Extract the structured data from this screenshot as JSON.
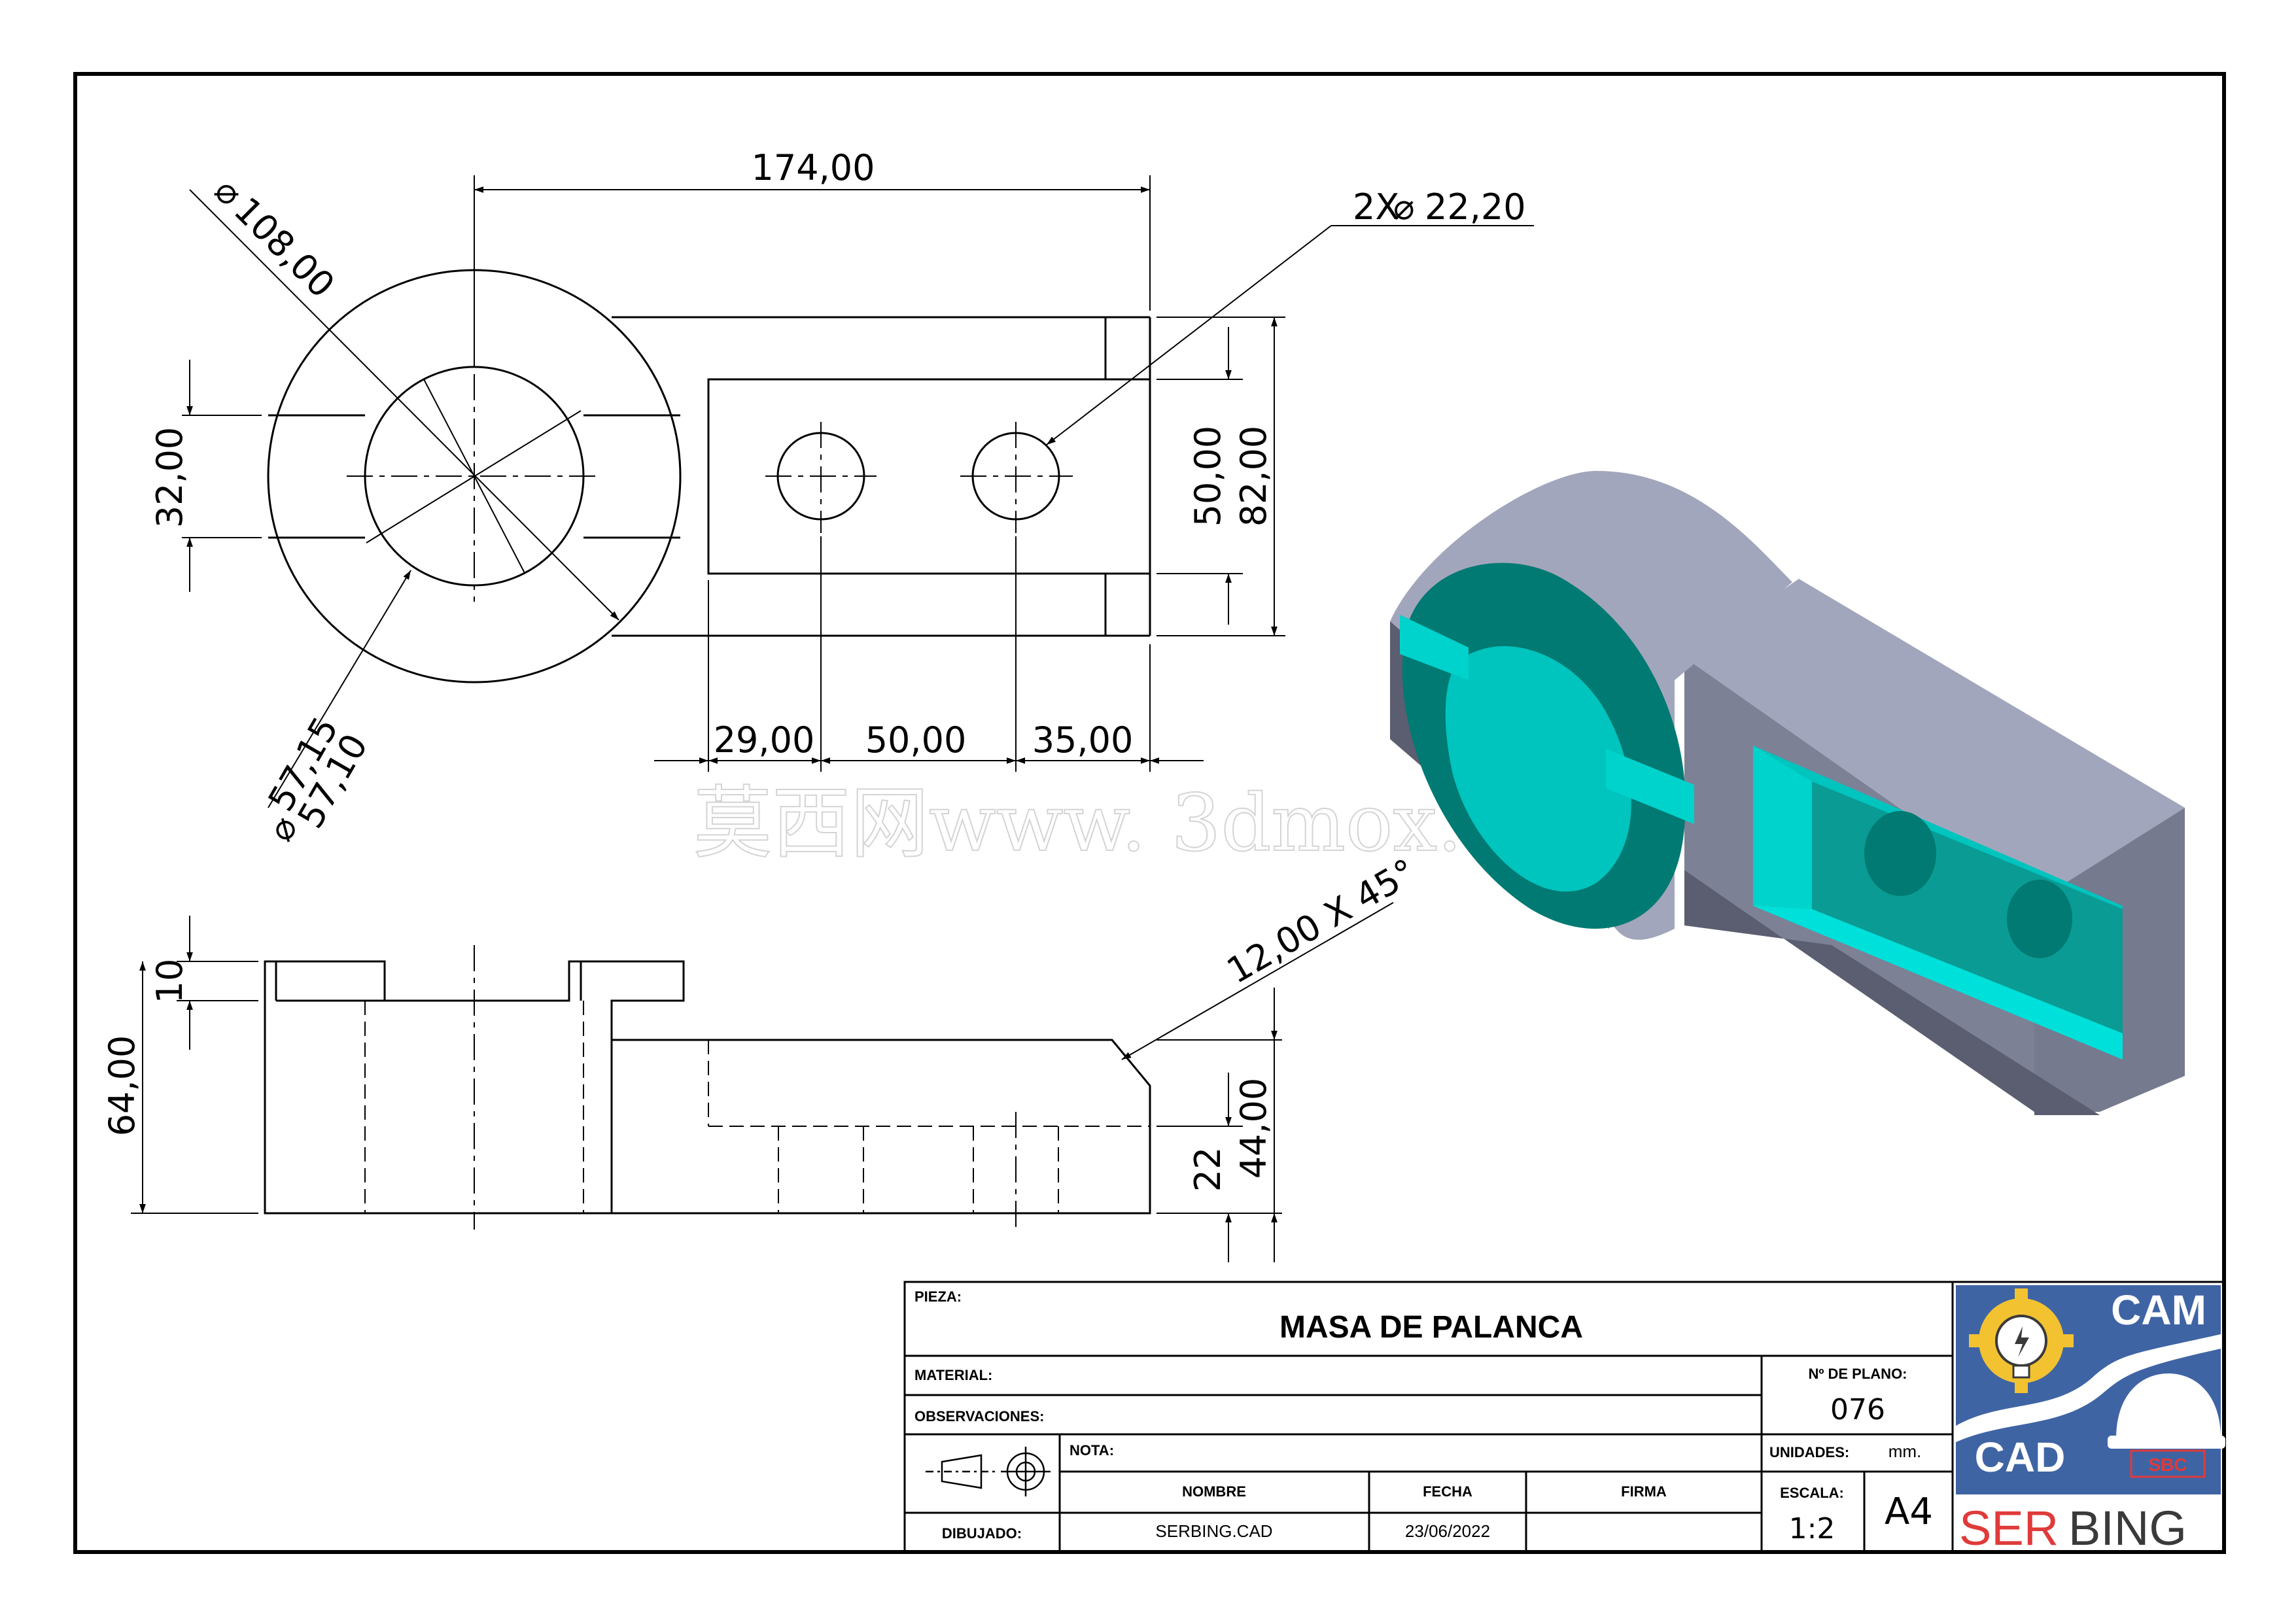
{
  "drawing": {
    "dimensions": {
      "total_length": "174,00",
      "outer_diameter": "108,00",
      "holes": "2X",
      "hole_diameter": "22,20",
      "slot_width": "32,00",
      "inner_diameter_max": "57,15",
      "inner_diameter_min": "57,10",
      "pocket_width": "50,00",
      "arm_width": "82,00",
      "dist_a": "29,00",
      "dist_b": "50,00",
      "dist_c": "35,00",
      "step_depth": "10",
      "total_height": "64,00",
      "chamfer": "12,00 X 45°",
      "pocket_depth": "22",
      "arm_height": "44,00"
    },
    "watermark": "莫西网www. 3dmox. com"
  },
  "title_block": {
    "pieza_label": "PIEZA:",
    "pieza_value": "MASA DE PALANCA",
    "material_label": "MATERIAL:",
    "observaciones_label": "OBSERVACIONES:",
    "nota_label": "NOTA:",
    "plano_label": "Nº DE PLANO:",
    "plano_value": "076",
    "unidades_label": "UNIDADES:",
    "unidades_value": "mm.",
    "escala_label": "ESCALA:",
    "escala_value": "1:2",
    "sheet_size": "A4",
    "col_nombre": "NOMBRE",
    "col_fecha": "FECHA",
    "col_firma": "FIRMA",
    "dibujado_label": "DIBUJADO:",
    "dibujado_nombre": "SERBING.CAD",
    "dibujado_fecha": "23/06/2022"
  },
  "logo": {
    "cam": "CAM",
    "cad": "CAD",
    "helmet_text": "SBC",
    "brand_part1": "SER",
    "brand_part2": "BING",
    "colors": {
      "blue": "#3f64a4",
      "red": "#e03a3a",
      "yellow": "#f2c230",
      "dark": "#3a3a3a"
    }
  },
  "model_colors": {
    "body": "#a2a6bc",
    "body_dark": "#5a5e70",
    "cut_face": "#007a72",
    "cut_face_light": "#00d2cc"
  },
  "icons": [
    "projection-symbol-icon",
    "gear-bulb-icon",
    "hard-hat-icon"
  ]
}
